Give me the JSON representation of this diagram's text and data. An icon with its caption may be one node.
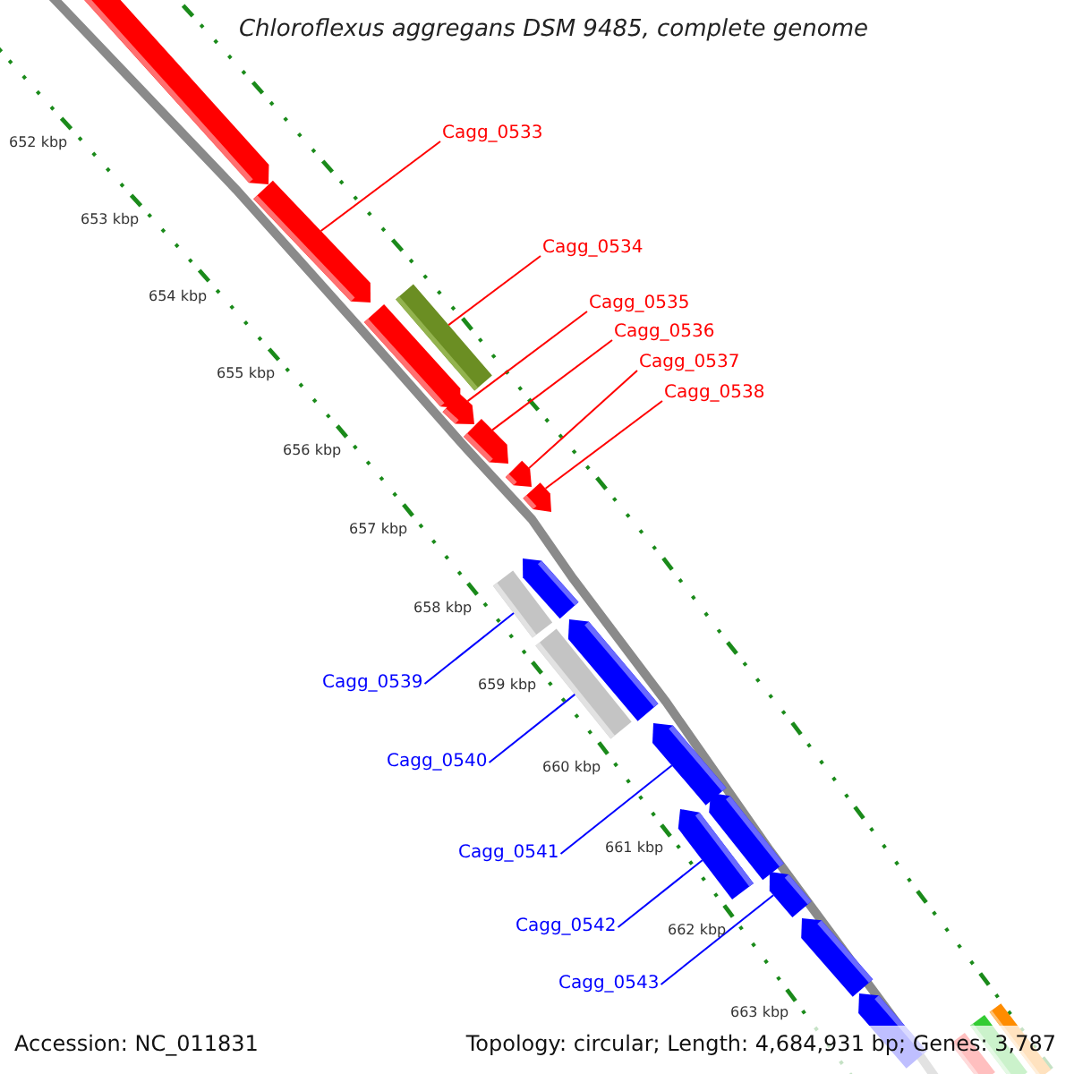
{
  "diagram": {
    "title": "Chloroflexus aggregans DSM 9485, complete genome",
    "nodes": [
      {
        "text": [
          "Cagg_0533"
        ]
      },
      {
        "text": [
          "Cagg_0534"
        ]
      },
      {
        "text": [
          "Cagg_0535"
        ]
      },
      {
        "text": [
          "Cagg_0536"
        ]
      },
      {
        "text": [
          "Cagg_0537"
        ]
      },
      {
        "text": [
          "Cagg_0538"
        ]
      },
      {
        "text": [
          "Cagg_0539"
        ]
      },
      {
        "text": [
          "Cagg_0540"
        ]
      },
      {
        "text": [
          "Cagg_0541"
        ]
      },
      {
        "text": [
          "Cagg_0542"
        ]
      },
      {
        "text": [
          "Cagg_0543"
        ]
      },
      {
        "text": [],
        "shape": "pentagon"
      },
      {
        "text": [],
        "shape": "pentagon"
      },
      {
        "text": [],
        "shape": "bar"
      },
      {
        "text": [],
        "shape": "pentagon"
      },
      {
        "text": [],
        "shape": "pentagon"
      },
      {
        "text": [],
        "shape": "pentagon"
      },
      {
        "text": [],
        "shape": "pentagon"
      },
      {
        "text": [],
        "shape": "pentagon"
      },
      {
        "text": [],
        "shape": "pentagon"
      },
      {
        "text": [],
        "shape": "bar"
      },
      {
        "text": [],
        "shape": "pentagon"
      },
      {
        "text": [],
        "shape": "bar"
      },
      {
        "text": [],
        "shape": "pentagon"
      },
      {
        "text": [],
        "shape": "pentagon"
      },
      {
        "text": [],
        "shape": "pentagon"
      },
      {
        "text": [],
        "shape": "pentagon"
      },
      {
        "text": [],
        "shape": "pentagon"
      },
      {
        "text": [],
        "shape": "pentagon"
      },
      {
        "text": [],
        "shape": "bar"
      },
      {
        "text": [],
        "shape": "bar"
      },
      {
        "text": [],
        "shape": "bar"
      }
    ],
    "edges": [
      {
        "from": 0,
        "to": 12,
        "arrow": "none"
      },
      {
        "from": 1,
        "to": 13,
        "arrow": "none"
      },
      {
        "from": 2,
        "to": 15,
        "arrow": "none"
      },
      {
        "from": 3,
        "to": 16,
        "arrow": "none"
      },
      {
        "from": 4,
        "to": 17,
        "arrow": "none"
      },
      {
        "from": 5,
        "to": 18,
        "arrow": "none"
      },
      {
        "from": 6,
        "to": 20,
        "arrow": "none",
        "color": "#0000ff"
      },
      {
        "from": 7,
        "to": 22,
        "arrow": "none",
        "color": "#0000ff"
      },
      {
        "from": 8,
        "to": 23,
        "arrow": "none",
        "color": "#0000ff"
      },
      {
        "from": 9,
        "to": 25,
        "arrow": "none",
        "color": "#0000ff"
      },
      {
        "from": 10,
        "to": 26,
        "arrow": "none",
        "color": "#0000ff"
      }
    ],
    "labels": [
      "652 kbp",
      "653 kbp",
      "654 kbp",
      "655 kbp",
      "656 kbp",
      "657 kbp",
      "658 kbp",
      "659 kbp",
      "660 kbp",
      "661 kbp",
      "662 kbp",
      "663 kbp",
      "Accession: NC_011831",
      "Topology: circular; Length: 4,684,931 bp; Genes: 3,787"
    ]
  }
}
